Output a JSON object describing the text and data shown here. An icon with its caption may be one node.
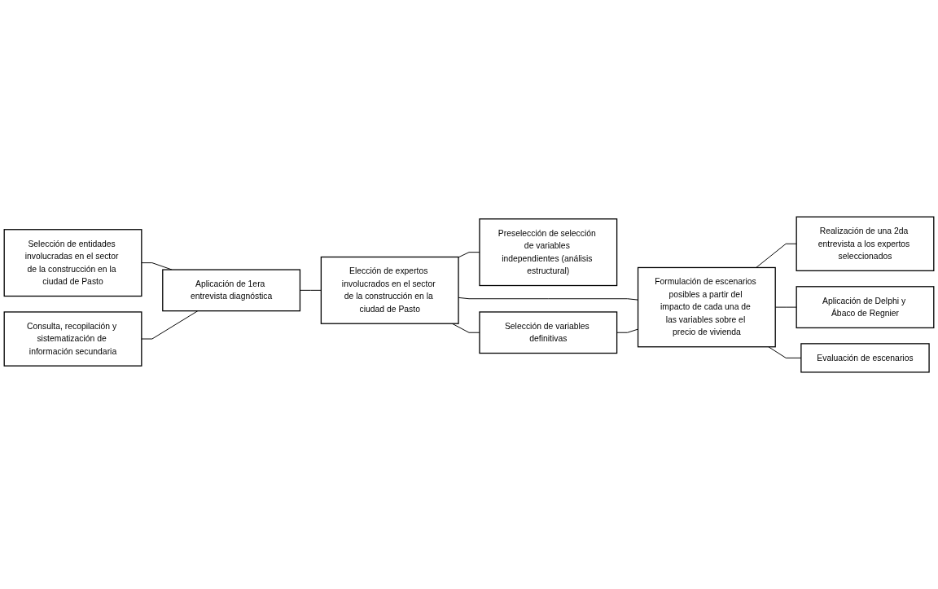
{
  "diagram": {
    "nodes": [
      {
        "text": [
          "Selección de entidades involucradas en el sector de la construcción en la ciudad de Pasto"
        ]
      },
      {
        "text": [
          "Consulta, recopilación y sistematización de información secundaria"
        ]
      },
      {
        "text": [
          "Aplicación de 1era entrevista diagnóstica"
        ]
      },
      {
        "text": [
          "Elección de expertos involucrados en el sector de la construcción en la ciudad de Pasto"
        ]
      },
      {
        "text": [
          "Preselección de selección de variables independientes (análisis estructural)"
        ]
      },
      {
        "text": [
          "Selección de variables definitivas"
        ]
      },
      {
        "text": [
          "Formulación de escenarios posibles a partir del impacto de cada una de las variables sobre el precio de vivienda"
        ]
      },
      {
        "text": [
          "Realización de una 2da entrevista a los expertos seleccionados"
        ]
      },
      {
        "text": [
          "Aplicación de Delphi y Ábaco de Regnier"
        ]
      },
      {
        "text": [
          "Evaluación de escenarios"
        ]
      }
    ],
    "edges": [
      {
        "from": 0,
        "to": 2,
        "arrow": "none"
      },
      {
        "from": 1,
        "to": 2,
        "arrow": "none"
      },
      {
        "from": 2,
        "to": 3,
        "arrow": "none"
      },
      {
        "from": 3,
        "to": 4,
        "arrow": "none"
      },
      {
        "from": 3,
        "to": 5,
        "arrow": "none"
      },
      {
        "from": 3,
        "to": 6,
        "arrow": "none"
      },
      {
        "from": 5,
        "to": 6,
        "arrow": "none"
      },
      {
        "from": 6,
        "to": 7,
        "arrow": "none"
      },
      {
        "from": 6,
        "to": 8,
        "arrow": "none"
      },
      {
        "from": 6,
        "to": 9,
        "arrow": "none"
      }
    ]
  }
}
